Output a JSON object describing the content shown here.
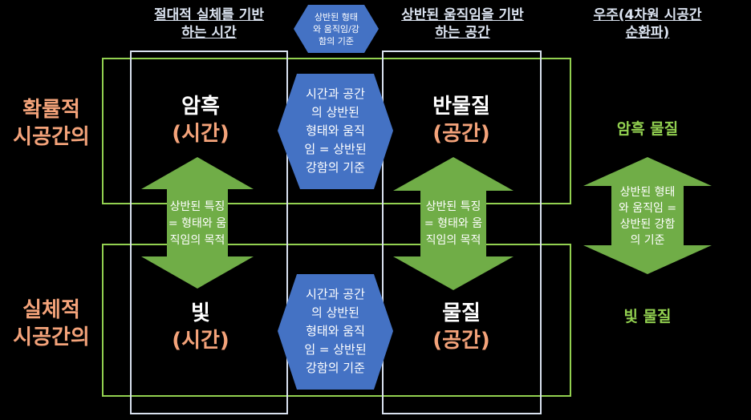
{
  "headers": {
    "absolute_time": [
      "절대적 실체를 기반",
      "하는 시간"
    ],
    "relative_space": [
      "상반된 움직임을 기반",
      "하는 공간"
    ],
    "universe": [
      "우주(4차원 시공간",
      "순환파)"
    ]
  },
  "top_arrow": [
    "상반된 형태",
    "와 움직임/강",
    "함의 기준"
  ],
  "side_labels": {
    "probabilistic": [
      "확률적",
      "시공간의"
    ],
    "substantial": [
      "실체적",
      "시공간의"
    ]
  },
  "cells": {
    "dark": {
      "main": "암흑",
      "sub": "(시간)"
    },
    "antimatter": {
      "main": "반물질",
      "sub": "(공간)"
    },
    "light": {
      "main": "빛",
      "sub": "(시간)"
    },
    "matter": {
      "main": "물질",
      "sub": "(공간)"
    }
  },
  "center_arrows": {
    "upper": [
      "시간과 공간",
      "의 상반된",
      "형태와 움직",
      "임 = 상반된",
      "강함의 기준"
    ],
    "lower": [
      "시간과 공간",
      "의 상반된",
      "형태와 움직",
      "임 = 상반된",
      "강함의 기준"
    ]
  },
  "vertical_arrows": {
    "left": [
      "상반된 특징",
      "= 형태와 움",
      "직임의 목적"
    ],
    "middle": [
      "상반된 특징",
      "= 형태와 움",
      "직임의 목적"
    ],
    "right": [
      "상반된 형태",
      "와 움직임 =",
      "상반된 강함",
      "의 기준"
    ]
  },
  "universe_labels": {
    "dark_matter": "암흑 물질",
    "light_matter": "빛 물질"
  },
  "colors": {
    "green": "#92d050",
    "blue": "#4472c4",
    "orange": "#f4a37a",
    "frame": "#d9e1ef"
  }
}
